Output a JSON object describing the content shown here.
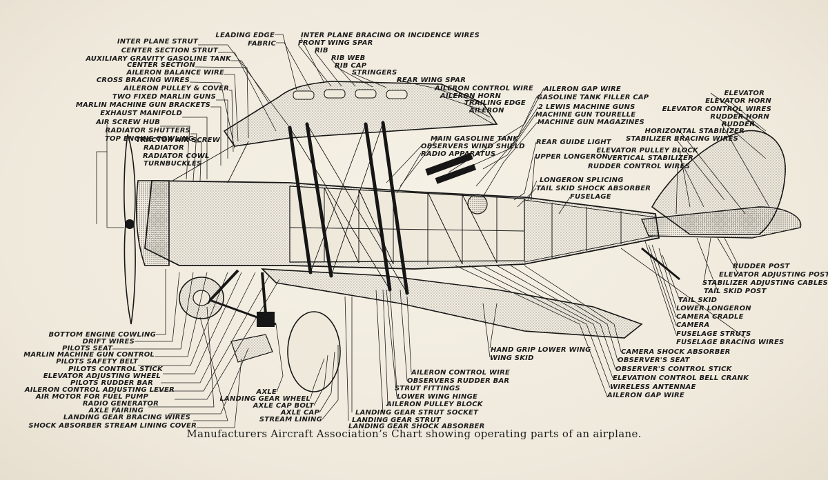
{
  "caption": "Manufacturers Aircraft Association’s Chart showing operating parts of an airplane.",
  "labels": {
    "inter_plane_strut": "INTER PLANE STRUT",
    "center_section_strut": "CENTER SECTION STRUT",
    "aux_gravity_tank": "AUXILIARY GRAVITY GASOLINE TANK",
    "center_section": "CENTER SECTION",
    "aileron_balance_wire": "AILERON BALANCE WIRE",
    "cross_bracing_wires": "CROSS BRACING WIRES",
    "aileron_pulley_cover": "AILERON PULLEY & COVER",
    "two_fixed_marlin_guns": "TWO FIXED MARLIN GUNS",
    "marlin_mg_brackets": "MARLIN MACHINE GUN BRACKETS",
    "exhaust_manifold": "EXHAUST MANIFOLD",
    "air_screw_hub": "AIR SCREW HUB",
    "radiator_shutters": "RADIATOR SHUTTERS",
    "top_engine_cowling": "TOP ENGINE COWLING",
    "tractor_air_screw": "TRACTOR AIR SCREW",
    "radiator": "RADIATOR",
    "radiator_cowl": "RADIATOR COWL",
    "turnbuckles": "TURNBUCKLES",
    "leading_edge": "LEADING EDGE",
    "fabric": "FABRIC",
    "inter_plane_bracing": "INTER PLANE BRACING OR INCIDENCE WIRES",
    "front_wing_spar": "FRONT WING SPAR",
    "rib": "RIB",
    "rib_web": "RIB WEB",
    "rib_cap": "RIB CAP",
    "stringers": "STRINGERS",
    "rear_wing_spar": "REAR WING SPAR",
    "aileron_control_wire_top": "AILERON CONTROL WIRE",
    "aileron_horn": "AILERON HORN",
    "trailing_edge": "TRAILING EDGE",
    "aileron": "AILERON",
    "aileron_gap_wire_top": "AILERON GAP WIRE",
    "gasoline_tank_filler_cap": "GASOLINE TANK FILLER CAP",
    "two_lewis_guns": "2 LEWIS MACHINE GUNS",
    "mg_tourelle": "MACHINE GUN TOURELLE",
    "mg_magazines": "MACHINE GUN MAGAZINES",
    "main_gasoline_tank": "MAIN GASOLINE TANK",
    "observers_wind_shield": "OBSERVERS WIND SHIELD",
    "radio_apparatus": "RADIO APPARATUS",
    "rear_guide_light": "REAR GUIDE LIGHT",
    "upper_longeron": "UPPER LONGERON",
    "longeron_splicing": "LONGERON SPLICING",
    "tail_skid_shock_absorber": "TAIL SKID SHOCK ABSORBER",
    "fuselage": "FUSELAGE",
    "elevator": "ELEVATOR",
    "elevator_horn": "ELEVATOR HORN",
    "elevator_control_wires": "ELEVATOR CONTROL WIRES",
    "rudder_horn": "RUDDER HORN",
    "rudder": "RUDDER",
    "horizontal_stabilizer": "HORIZONTAL STABILIZER",
    "stabilizer_bracing_wires": "STABILIZER BRACING WIRES",
    "elevator_pulley_block": "ELEVATOR PULLEY BLOCK",
    "vertical_stabilizer": "VERTICAL STABILIZER",
    "rudder_control_wires": "RUDDER CONTROL WIRES",
    "rudder_post": "RUDDER POST",
    "elevator_adjusting_post": "ELEVATOR ADJUSTING POST",
    "stabilizer_adjusting_cables": "STABILIZER ADJUSTING CABLES",
    "tail_skid_post": "TAIL SKID POST",
    "tail_skid": "TAIL SKID",
    "lower_longeron": "LOWER LONGERON",
    "camera_cradle": "CAMERA CRADLE",
    "camera": "CAMERA",
    "fuselage_struts": "FUSELAGE STRUTS",
    "fuselage_bracing_wires": "FUSELAGE BRACING WIRES",
    "camera_shock_absorber": "CAMERA SHOCK ABSORBER",
    "observers_seat": "OBSERVER'S SEAT",
    "observers_control_stick": "OBSERVER'S CONTROL STICK",
    "elevation_control_bell_crank": "ELEVATION CONTROL BELL CRANK",
    "wireless_antennae": "WIRELESS ANTENNAE",
    "aileron_gap_wire_bottom": "AILERON GAP WIRE",
    "hand_grip_lower_wing": "HAND GRIP LOWER WING",
    "wing_skid": "WING SKID",
    "aileron_control_wire_bottom": "AILERON CONTROL WIRE",
    "observers_rudder_bar": "OBSERVERS RUDDER BAR",
    "strut_fittings": "STRUT FITTINGS",
    "lower_wing_hinge": "LOWER WING HINGE",
    "aileron_pulley_block": "AILERON PULLEY BLOCK",
    "landing_gear_strut_socket": "LANDING GEAR STRUT SOCKET",
    "landing_gear_strut": "LANDING GEAR STRUT",
    "landing_gear_shock_absorber": "LANDING GEAR SHOCK ABSORBER",
    "bottom_engine_cowling": "BOTTOM ENGINE COWLING",
    "drift_wires": "DRIFT WIRES",
    "pilots_seat": "PILOTS SEAT",
    "marlin_mg_control": "MARLIN MACHINE GUN CONTROL",
    "pilots_safety_belt": "PILOTS SAFETY BELT",
    "pilots_control_stick": "PILOTS CONTROL STICK",
    "elevator_adjusting_wheel": "ELEVATOR ADJUSTING WHEEL",
    "pilots_rudder_bar": "PILOTS RUDDER BAR",
    "aileron_control_adjusting_lever": "AILERON CONTROL ADJUSTING LEVER",
    "air_motor_fuel_pump": "AIR MOTOR FOR FUEL PUMP",
    "radio_generator": "RADIO GENERATOR",
    "axle_fairing": "AXLE FAIRING",
    "landing_gear_bracing_wires": "LANDING GEAR BRACING WIRES",
    "shock_absorber_stream_lining_cover": "SHOCK ABSORBER STREAM LINING COVER",
    "axle": "AXLE",
    "landing_gear_wheel": "LANDING GEAR WHEEL",
    "axle_cap_bolt": "AXLE CAP BOLT",
    "axle_cap": "AXLE CAP",
    "stream_lining": "STREAM LINING"
  }
}
